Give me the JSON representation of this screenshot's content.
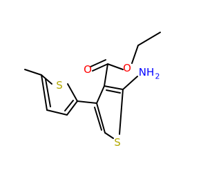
{
  "molecule": {
    "atoms": {
      "sulfur_methylthiophene": {
        "symbol": "S",
        "color": "#b3a800"
      },
      "sulfur_aminothiophene": {
        "symbol": "S",
        "color": "#b3a800"
      },
      "carbonyl_oxygen": {
        "symbol": "O",
        "color": "#ff0000"
      },
      "ester_oxygen": {
        "symbol": "O",
        "color": "#ff0000"
      },
      "amine_nitrogen": {
        "symbol": "NH",
        "subscript": "2",
        "color": "#0000ff"
      }
    },
    "bond_color": "#000000"
  }
}
